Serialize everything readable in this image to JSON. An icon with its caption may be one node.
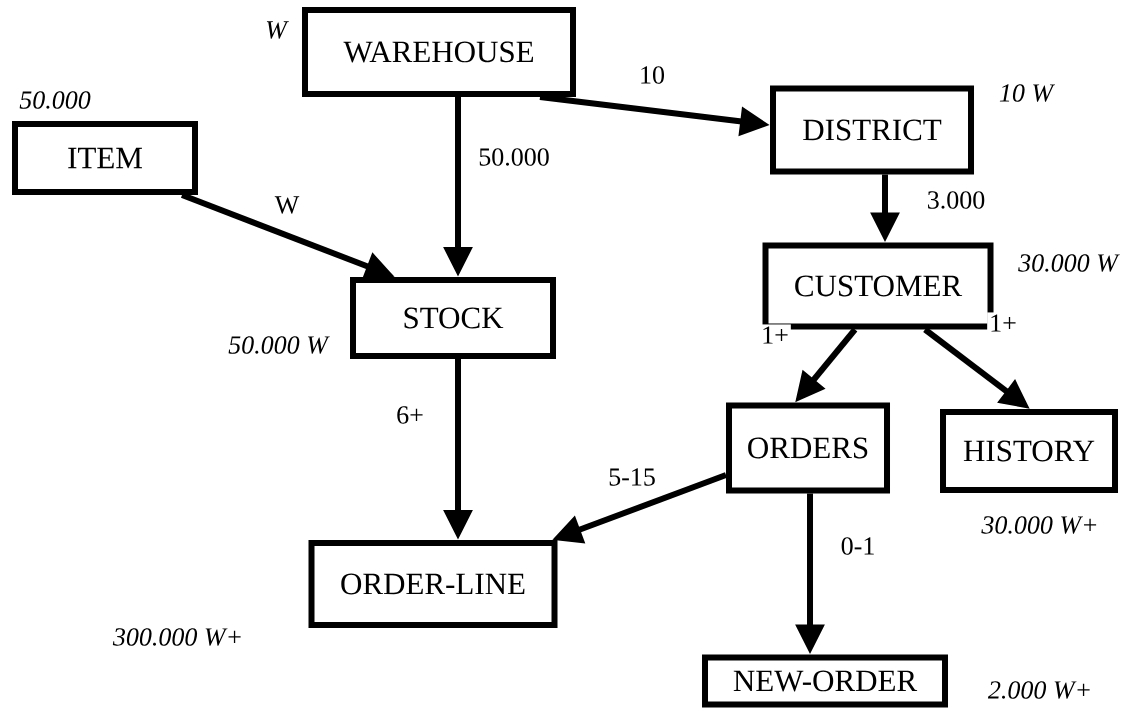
{
  "diagram": {
    "nodes": [
      {
        "text": [
          "WAREHOUSE"
        ],
        "beside": [
          "W"
        ]
      },
      {
        "text": [
          "ITEM"
        ],
        "beside": [
          "50.000"
        ]
      },
      {
        "text": [
          "DISTRICT"
        ],
        "beside": [
          "10 W"
        ]
      },
      {
        "text": [
          "STOCK"
        ],
        "beside": [
          "50.000 W"
        ]
      },
      {
        "text": [
          "CUSTOMER"
        ],
        "beside": [
          "30.000 W"
        ]
      },
      {
        "text": [
          "ORDERS"
        ]
      },
      {
        "text": [
          "HISTORY"
        ],
        "beside": [
          "30.000 W+"
        ]
      },
      {
        "text": [
          "ORDER-LINE"
        ],
        "beside": [
          "300.000 W+"
        ]
      },
      {
        "text": [
          "NEW-ORDER"
        ],
        "beside": [
          "2.000 W+"
        ]
      }
    ],
    "edges": [
      {
        "from": 0,
        "to": 2,
        "arrow": "to",
        "label": "10"
      },
      {
        "from": 0,
        "to": 3,
        "arrow": "to",
        "label": "50.000"
      },
      {
        "from": 1,
        "to": 3,
        "arrow": "to",
        "label": "W"
      },
      {
        "from": 2,
        "to": 4,
        "arrow": "to",
        "label": "3.000"
      },
      {
        "from": 4,
        "to": 5,
        "arrow": "to",
        "label": "1+"
      },
      {
        "from": 4,
        "to": 6,
        "arrow": "to",
        "label": "1+"
      },
      {
        "from": 3,
        "to": 7,
        "arrow": "to",
        "label": "6+"
      },
      {
        "from": 5,
        "to": 7,
        "arrow": "to",
        "label": "5-15"
      },
      {
        "from": 5,
        "to": 8,
        "arrow": "to",
        "label": "0-1"
      }
    ]
  }
}
